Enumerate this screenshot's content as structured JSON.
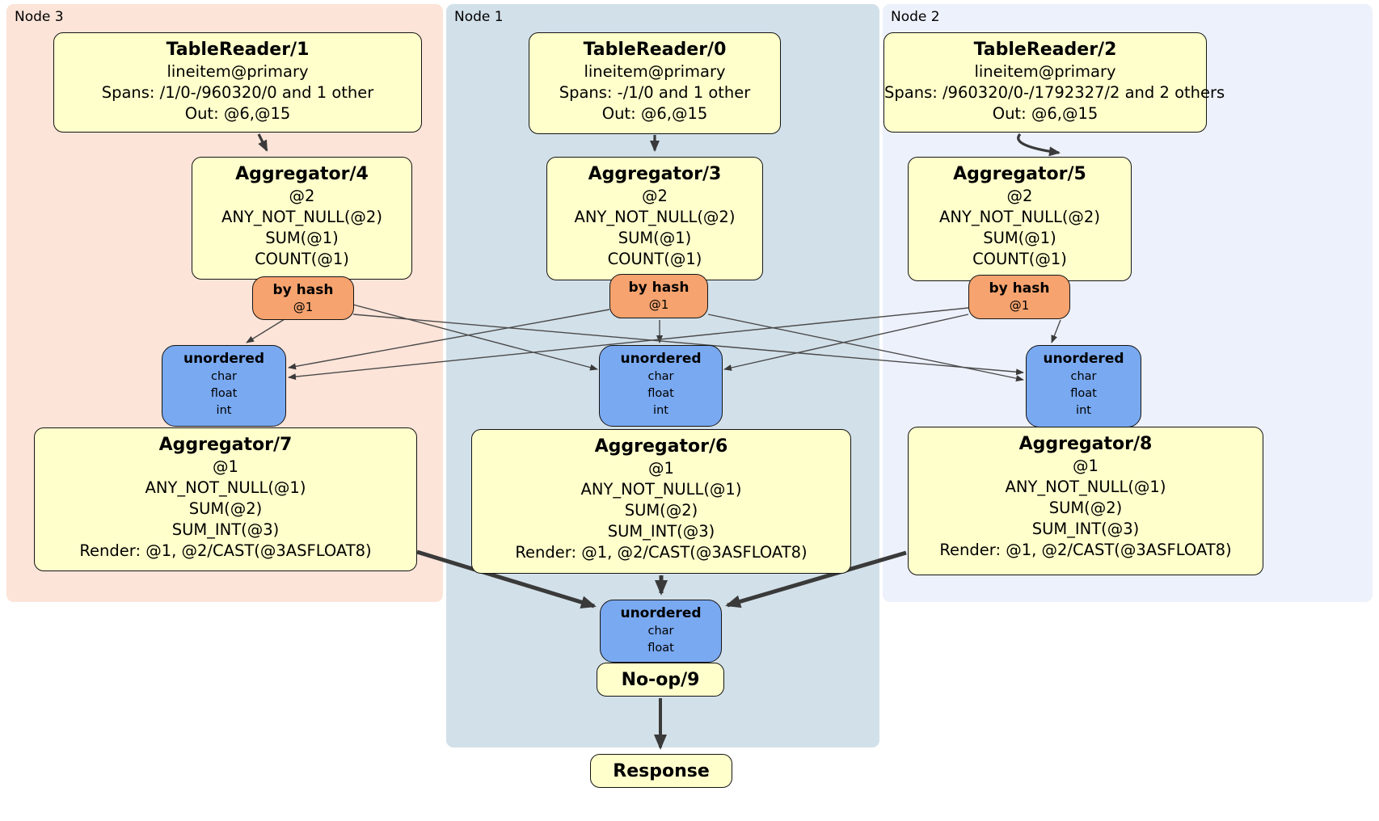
{
  "colors": {
    "node3-bg": "#fce4d8",
    "node1-bg": "#d2e0e9",
    "node2-bg": "#edf1fb",
    "processor-bg": "#ffffcc",
    "router-bg": "#f6a36f",
    "sync-bg": "#79a9f1",
    "box-border": "#141414",
    "edge": "#3a3a3a"
  },
  "nodes": [
    {
      "label": "Node 3"
    },
    {
      "label": "Node 1"
    },
    {
      "label": "Node 2"
    }
  ],
  "processors": {
    "tr1": {
      "title": "TableReader/1",
      "lines": [
        "lineitem@primary",
        "Spans: /1/0-/960320/0 and 1 other",
        "Out: @6,@15"
      ]
    },
    "tr0": {
      "title": "TableReader/0",
      "lines": [
        "lineitem@primary",
        "Spans: -/1/0 and 1 other",
        "Out: @6,@15"
      ]
    },
    "tr2": {
      "title": "TableReader/2",
      "lines": [
        "lineitem@primary",
        "Spans: /960320/0-/1792327/2 and 2 others",
        "Out: @6,@15"
      ]
    },
    "agg4": {
      "title": "Aggregator/4",
      "lines": [
        "@2",
        "ANY_NOT_NULL(@2)",
        "SUM(@1)",
        "COUNT(@1)"
      ]
    },
    "agg3": {
      "title": "Aggregator/3",
      "lines": [
        "@2",
        "ANY_NOT_NULL(@2)",
        "SUM(@1)",
        "COUNT(@1)"
      ]
    },
    "agg5": {
      "title": "Aggregator/5",
      "lines": [
        "@2",
        "ANY_NOT_NULL(@2)",
        "SUM(@1)",
        "COUNT(@1)"
      ]
    },
    "agg7": {
      "title": "Aggregator/7",
      "lines": [
        "@1",
        "ANY_NOT_NULL(@1)",
        "SUM(@2)",
        "SUM_INT(@3)",
        "Render: @1, @2/CAST(@3ASFLOAT8)"
      ]
    },
    "agg6": {
      "title": "Aggregator/6",
      "lines": [
        "@1",
        "ANY_NOT_NULL(@1)",
        "SUM(@2)",
        "SUM_INT(@3)",
        "Render: @1, @2/CAST(@3ASFLOAT8)"
      ]
    },
    "agg8": {
      "title": "Aggregator/8",
      "lines": [
        "@1",
        "ANY_NOT_NULL(@1)",
        "SUM(@2)",
        "SUM_INT(@3)",
        "Render: @1, @2/CAST(@3ASFLOAT8)"
      ]
    },
    "noop": {
      "title": "No-op/9"
    },
    "response": {
      "title": "Response"
    }
  },
  "routers": {
    "hash3": {
      "title": "by hash",
      "detail": "@1"
    },
    "hash1": {
      "title": "by hash",
      "detail": "@1"
    },
    "hash2": {
      "title": "by hash",
      "detail": "@1"
    }
  },
  "syncs": {
    "u3": {
      "title": "unordered",
      "types": [
        "char",
        "float",
        "int"
      ]
    },
    "u1": {
      "title": "unordered",
      "types": [
        "char",
        "float",
        "int"
      ]
    },
    "u2": {
      "title": "unordered",
      "types": [
        "char",
        "float",
        "int"
      ]
    },
    "uf": {
      "title": "unordered",
      "types": [
        "char",
        "float"
      ]
    }
  }
}
